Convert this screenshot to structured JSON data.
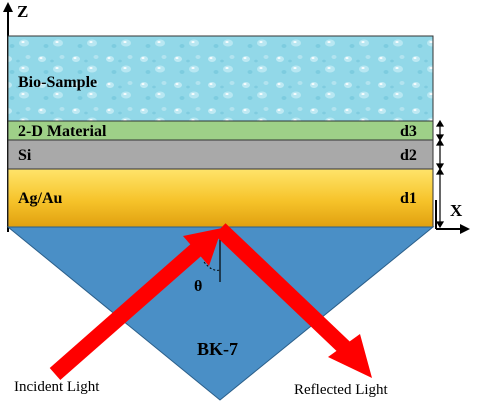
{
  "axes": {
    "z_label": "Z",
    "x_label": "X"
  },
  "layers": {
    "bio_sample": {
      "label": "Bio-Sample",
      "color": "#8fd6e6"
    },
    "material_2d": {
      "label": "2-D Material",
      "thickness_label": "d3",
      "color": "#9ed088"
    },
    "silicon": {
      "label": "Si",
      "thickness_label": "d2",
      "color": "#a9a9a9"
    },
    "metal": {
      "label": "Ag/Au",
      "thickness_label": "d1",
      "color_top": "#ffe46a",
      "color_bottom": "#e0a010"
    }
  },
  "prism": {
    "label": "BK-7",
    "color": "#4a8fc6"
  },
  "light": {
    "incident_label": "Incident Light",
    "reflected_label": "Reflected Light",
    "angle_label": "θ",
    "arrow_color": "#ff0000"
  }
}
